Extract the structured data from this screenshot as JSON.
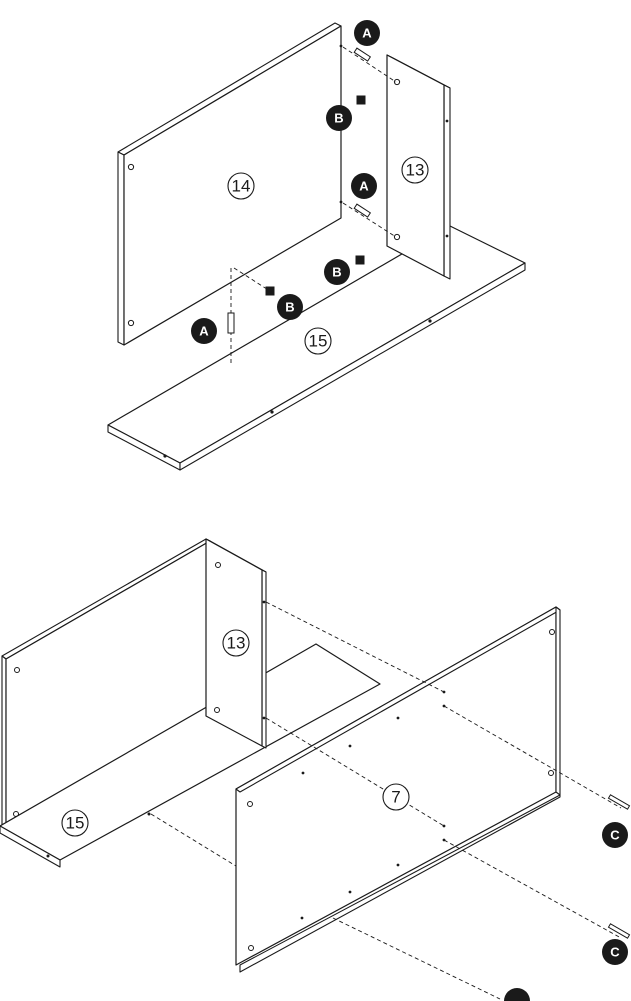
{
  "parts": {
    "p14_top": "14",
    "p13_top": "13",
    "p15_top": "15",
    "p13_bottom": "13",
    "p15_bottom": "15",
    "p7_bottom": "7"
  },
  "hardware": {
    "A": "A",
    "B": "B",
    "C": "C"
  }
}
